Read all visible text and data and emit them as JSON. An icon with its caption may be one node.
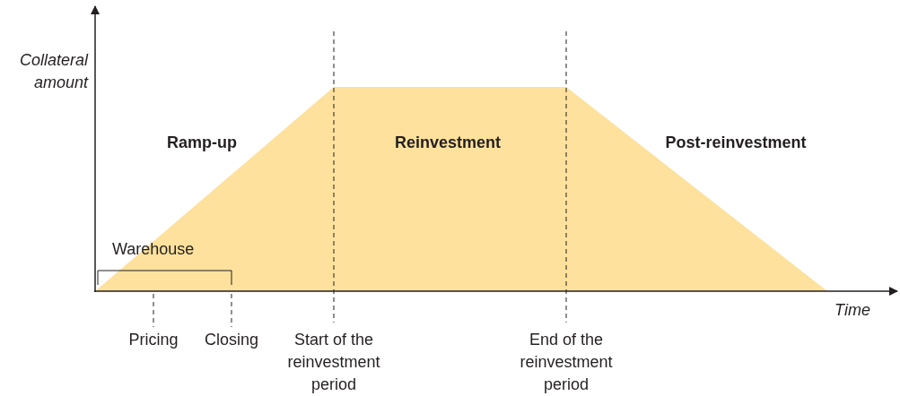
{
  "diagram": {
    "labels": [
      "Collateral amount",
      "Ramp-up",
      "Reinvestment",
      "Post-reinvestment",
      "Warehouse",
      "Time",
      "Pricing",
      "Closing",
      "Start of the reinvestment period",
      "End of the reinvestment period"
    ]
  }
}
